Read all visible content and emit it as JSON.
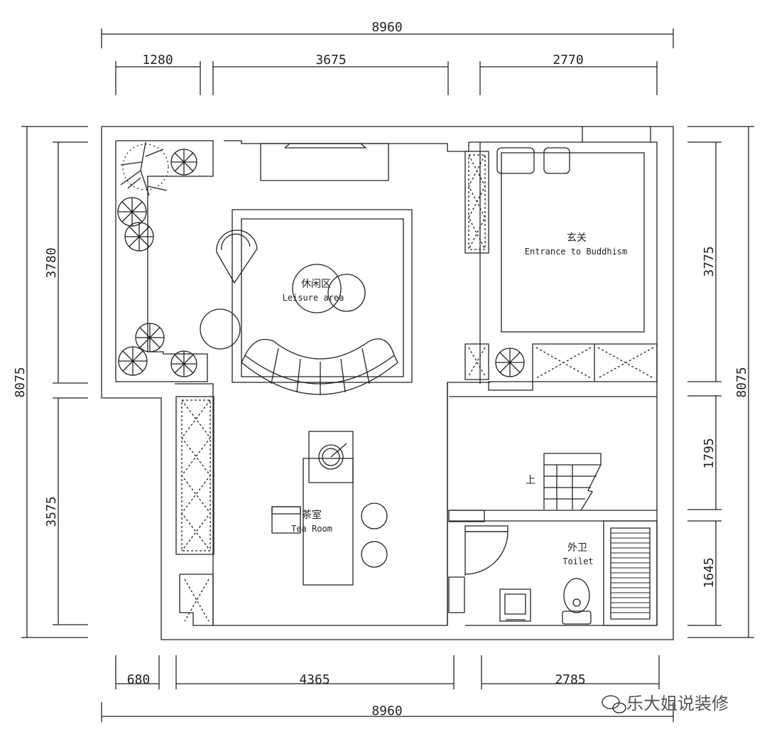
{
  "dimensions": {
    "top_total": "8960",
    "top_segments": [
      "1280",
      "3675",
      "2770"
    ],
    "bottom_total": "8960",
    "bottom_segments": [
      "680",
      "4365",
      "2785"
    ],
    "left_total": "8075",
    "left_segments": [
      "3780",
      "3575"
    ],
    "right_total": "8075",
    "right_segments": [
      "3775",
      "1795",
      "1645"
    ]
  },
  "rooms": {
    "leisure": {
      "cn": "休闲区",
      "en": "Leisure area"
    },
    "entrance": {
      "cn": "玄关",
      "en": "Entrance to Buddhism"
    },
    "tea": {
      "cn": "茶室",
      "en": "Tea Room"
    },
    "toilet": {
      "cn": "外卫",
      "en": "Toilet"
    },
    "stair": {
      "cn": "上"
    }
  },
  "watermark": "乐大姐说装修",
  "colors": {
    "line": "#222222",
    "background": "#ffffff",
    "watermark": "#555555"
  }
}
